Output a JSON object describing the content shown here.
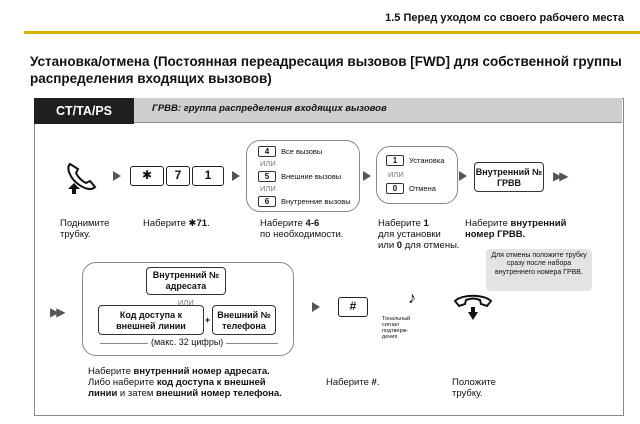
{
  "header": {
    "section": "1.5 Перед уходом со своего рабочего места"
  },
  "title": "Установка/отмена (Постоянная переадресация вызовов [FWD] для собственной группы распределения входящих вызовов)",
  "panel": {
    "badge": "CT/TA/PS",
    "subtitle": "ГРВВ: группа распределения входящих вызовов"
  },
  "row1": {
    "dial_keys": [
      "✱",
      "7",
      "1"
    ],
    "options": [
      {
        "key": "4",
        "label": "Все вызовы"
      },
      {
        "key": "5",
        "label": "Внешние вызовы"
      },
      {
        "key": "6",
        "label": "Внутренние вызовы"
      }
    ],
    "setcancel": [
      {
        "key": "1",
        "label": "Установка"
      },
      {
        "key": "0",
        "label": "Отмена"
      }
    ],
    "ext_key": "Внутренний № ГРВВ",
    "cap_lift_1": "Поднимите",
    "cap_lift_2": "трубку.",
    "cap_dial_1": "Наберите ",
    "cap_dial_2": "✱71",
    "cap_dial_3": ".",
    "cap_opt_1": "Наберите ",
    "cap_opt_2": "4-6",
    "cap_opt_3": "по необходимости.",
    "cap_set_1": "Наберите ",
    "cap_set_2": "1",
    "cap_set_3": "для установки",
    "cap_set_4": "или ",
    "cap_set_5": "0",
    "cap_set_6": " для отмены.",
    "cap_ext_1": "Наберите ",
    "cap_ext_2": "внутренний",
    "cap_ext_3": "номер ГРВВ.",
    "tooltip": "Для отмены положите трубку сразу после набора внутреннего номера ГРВВ."
  },
  "row2": {
    "dest_ext": "Внутренний № адресата",
    "access_code": "Код доступа к внешней линии",
    "ext_number": "Внешний № телефона",
    "max_digits": "(макс. 32 цифры)",
    "hash_key": "#",
    "tone_label": "Тональный сигнал подтверж-дения",
    "cap_a1": "Наберите ",
    "cap_a2": "внутренний номер адресата.",
    "cap_a3": "Либо наберите ",
    "cap_a4": "код доступа к внешней",
    "cap_a5": "линии",
    "cap_a6": " и затем ",
    "cap_a7": "внешний номер телефона.",
    "cap_hash_1": "Наберите ",
    "cap_hash_2": "#",
    "cap_hash_3": ".",
    "cap_hang_1": "Положите",
    "cap_hang_2": "трубку."
  }
}
